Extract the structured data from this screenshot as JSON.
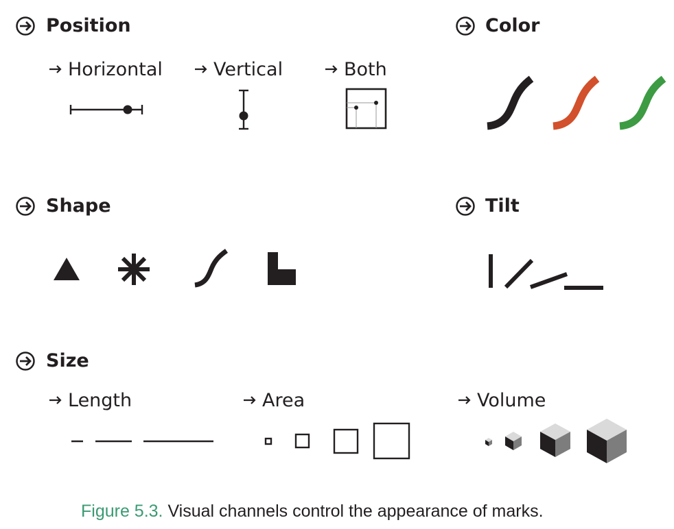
{
  "sections": {
    "position": {
      "title": "Position",
      "sub": {
        "horizontal": "Horizontal",
        "vertical": "Vertical",
        "both": "Both"
      }
    },
    "color": {
      "title": "Color",
      "swatches": [
        "#231f20",
        "#d2502b",
        "#3d9b43"
      ]
    },
    "shape": {
      "title": "Shape"
    },
    "tilt": {
      "title": "Tilt"
    },
    "size": {
      "title": "Size",
      "sub": {
        "length": "Length",
        "area": "Area",
        "volume": "Volume"
      }
    }
  },
  "caption": {
    "label": "Figure 5.3.",
    "text": " Visual channels control the appearance of marks."
  },
  "colors": {
    "ink": "#231f20",
    "caption_label": "#3b9a73"
  }
}
